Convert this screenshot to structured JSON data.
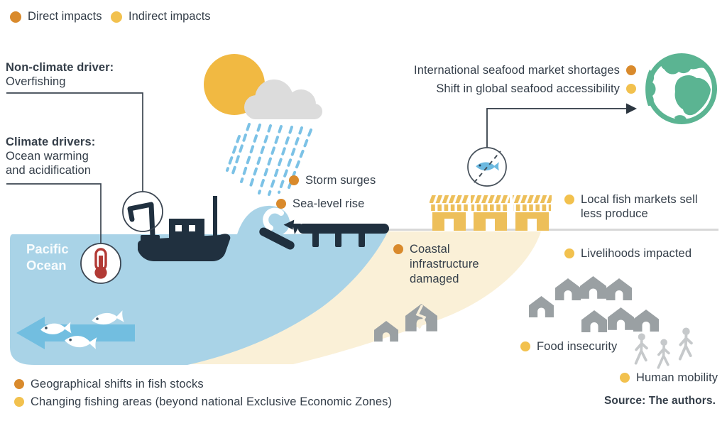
{
  "legend": {
    "items": [
      {
        "type": "direct",
        "label": "Direct impacts"
      },
      {
        "type": "indirect",
        "label": "Indirect impacts"
      }
    ]
  },
  "drivers": {
    "non_climate": {
      "title": "Non-climate driver:",
      "body": "Overfishing"
    },
    "climate": {
      "title": "Climate drivers:",
      "body_line1": "Ocean warming",
      "body_line2": "and acidification"
    }
  },
  "ocean": {
    "name_line1": "Pacific",
    "name_line2": "Ocean"
  },
  "impacts": {
    "storm_surges": {
      "type": "direct",
      "label": "Storm surges"
    },
    "sea_level_rise": {
      "type": "direct",
      "label": "Sea-level rise"
    },
    "intl_shortages": {
      "type": "direct",
      "label": "International seafood market shortages"
    },
    "global_access": {
      "type": "indirect",
      "label": "Shift in global seafood accessibility"
    },
    "local_markets": {
      "type": "indirect",
      "label": "Local fish markets sell less produce"
    },
    "coastal_infra": {
      "type": "direct",
      "label": "Coastal infrastructure damaged"
    },
    "livelihoods": {
      "type": "indirect",
      "label": "Livelihoods impacted"
    },
    "food_insecurity": {
      "type": "indirect",
      "label": "Food insecurity"
    },
    "human_mobility": {
      "type": "indirect",
      "label": "Human mobility"
    },
    "fish_stocks": {
      "type": "direct",
      "label": "Geographical shifts in fish stocks"
    },
    "fishing_areas": {
      "type": "indirect",
      "label": "Changing fishing areas (beyond national Exclusive Economic Zones)"
    }
  },
  "source": "Source: The authors.",
  "colors": {
    "direct": "#d98a2c",
    "indirect": "#f2c14e",
    "text": "#343e49",
    "ocean_blue": "#a9d3e7",
    "arrow_blue": "#72bee0",
    "rain_blue": "#7cc2e6",
    "sand": "#faf0d7",
    "sun_yellow": "#f1b942",
    "cloud_grey": "#dcdcdc",
    "navy": "#20303f",
    "globe_green": "#5bb492",
    "house_grey": "#9aa0a3",
    "people_grey": "#c6c9cb",
    "ground_grey": "#d8d8d8",
    "thermometer_red": "#b23a35",
    "stall_yellow": "#edbf5a"
  },
  "icons": [
    "sun-icon",
    "rain-cloud-icon",
    "rain-icon",
    "fishing-boat-icon",
    "crane-hook-icon",
    "thermometer-icon",
    "wave-icon",
    "broken-pier-icon",
    "market-stall-icon",
    "globe-icon",
    "no-fish-icon",
    "fish-migration-arrow-icon",
    "fish-icon",
    "house-icon",
    "damaged-house-icon",
    "person-walking-icon"
  ]
}
